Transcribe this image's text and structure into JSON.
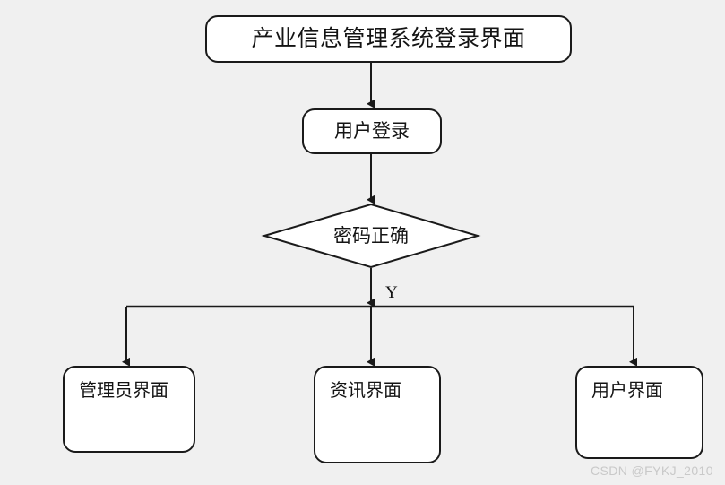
{
  "diagram": {
    "type": "flowchart",
    "title_node": {
      "label": "产业信息管理系统登录界面",
      "shape": "rounded-rectangle"
    },
    "login_node": {
      "label": "用户登录",
      "shape": "rounded-rectangle"
    },
    "decision_node": {
      "label": "密码正确",
      "shape": "diamond"
    },
    "branch_labels": {
      "yes": "Y"
    },
    "result_nodes": [
      {
        "label": "管理员界面",
        "shape": "rounded-rectangle"
      },
      {
        "label": "资讯界面",
        "shape": "rounded-rectangle"
      },
      {
        "label": "用户界面",
        "shape": "rounded-rectangle"
      }
    ],
    "watermark": "CSDN @FYKJ_2010",
    "colors": {
      "background": "#f0f0f0",
      "node_fill": "#ffffff",
      "stroke": "#1a1a1a",
      "text": "#141414",
      "watermark": "#c9c9c9"
    }
  }
}
